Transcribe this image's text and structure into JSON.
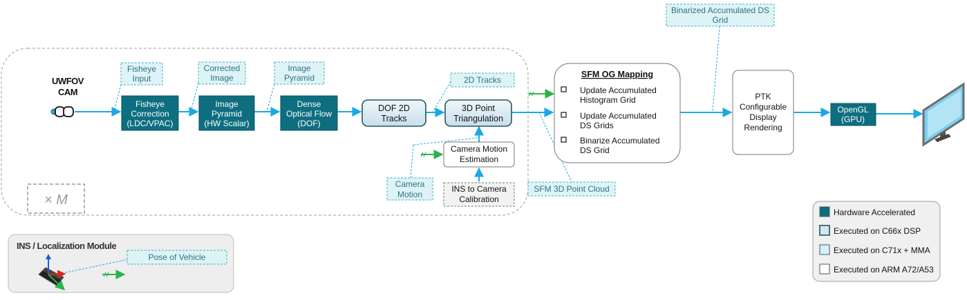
{
  "camera": {
    "line1": "UWFOV",
    "line2": "CAM"
  },
  "stages": {
    "fisheye": [
      "Fisheye",
      "Correction",
      "(LDC/VPAC)"
    ],
    "pyramid": [
      "Image",
      "Pyramid",
      "(HW Scalar)"
    ],
    "dof": [
      "Dense",
      "Optical Flow",
      "(DOF)"
    ],
    "tracks": [
      "DOF 2D",
      "Tracks"
    ],
    "triangulation": [
      "3D Point",
      "Triangulation"
    ],
    "motion": [
      "Camera Motion",
      "Estimation"
    ],
    "calibration": [
      "INS to Camera",
      "Calibration"
    ],
    "ptk": [
      "PTK",
      "Configurable",
      "Display",
      "Rendering"
    ],
    "opengl": [
      "OpenGL",
      "(GPU)"
    ]
  },
  "callouts": {
    "fisheye_input": [
      "Fisheye",
      "Input"
    ],
    "corrected_image": [
      "Corrected",
      "Image"
    ],
    "image_pyramid": [
      "Image",
      "Pyramid"
    ],
    "tracks_2d": "2D Tracks",
    "camera_motion": [
      "Camera",
      "Motion"
    ],
    "point_cloud": "SFM 3D Point Cloud",
    "binarized": [
      "Binarized Accumulated DS",
      "Grid"
    ],
    "pose": "Pose of Vehicle"
  },
  "og_mapping": {
    "title": "SFM OG Mapping",
    "items": [
      [
        "Update Accumulated",
        "Histogram Grid"
      ],
      [
        "Update Accumulated",
        "DS Grids"
      ],
      [
        "Binarize Accumulated",
        "DS Grid"
      ]
    ]
  },
  "multiplier": "× M",
  "ins_module": {
    "title": "INS / Localization Module"
  },
  "legend": {
    "items": [
      {
        "label": "Hardware Accelerated",
        "color": "#0d6e80"
      },
      {
        "label": "Executed on C66x DSP",
        "color": "#d6e6ee"
      },
      {
        "label": "Executed on C71x + MMA",
        "color": "#cdf4fb"
      },
      {
        "label": "Executed on ARM A72/A53",
        "color": "#ffffff"
      }
    ]
  },
  "colors": {
    "teal": "#0d6e80",
    "arrow": "#1aa9e0",
    "green": "#2db34a",
    "callout": "#def3f6"
  }
}
